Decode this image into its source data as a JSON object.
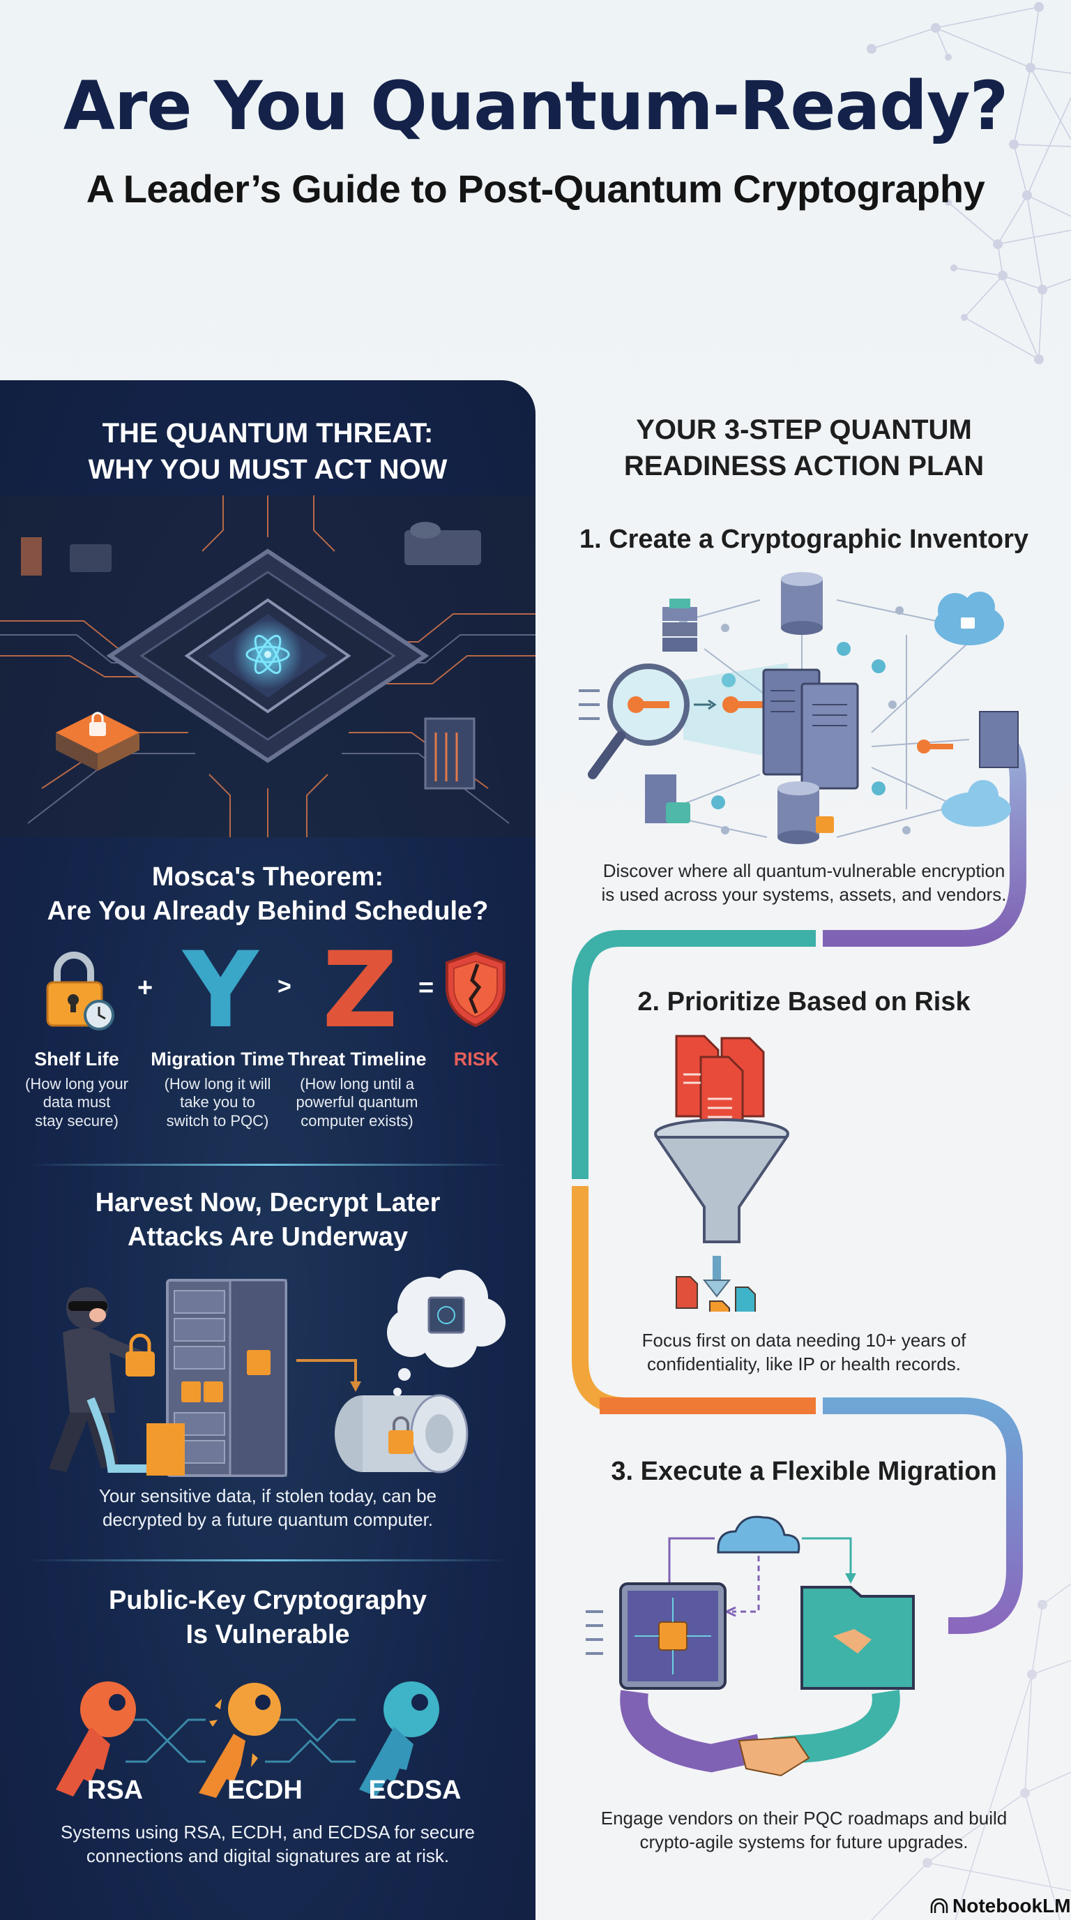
{
  "header": {
    "title": "Are You Quantum-Ready?",
    "subtitle": "A Leader’s Guide to Post-Quantum Cryptography"
  },
  "left_panel": {
    "heading_line1": "THE QUANTUM THREAT:",
    "heading_line2": "WHY YOU MUST ACT NOW",
    "hero_icon": "quantum-chip-circuit-board",
    "mosca": {
      "title_line1": "Mosca's Theorem:",
      "title_line2": "Are You Already Behind Schedule?",
      "equation": {
        "x_icon": "padlock-clock-icon",
        "plus": "+",
        "y": "Y",
        "greater": ">",
        "z": "Z",
        "equals": "=",
        "risk_icon": "broken-shield-icon"
      },
      "terms": [
        {
          "label": "Shelf Life",
          "desc_line1": "(How long your",
          "desc_line2": "data must",
          "desc_line3": "stay secure)"
        },
        {
          "label": "Migration Time",
          "desc_line1": "(How long it will",
          "desc_line2": "take you to",
          "desc_line3": "switch to PQC)"
        },
        {
          "label": "Threat Timeline",
          "desc_line1": "(How long until a",
          "desc_line2": "powerful quantum",
          "desc_line3": "computer exists)"
        },
        {
          "label": "RISK"
        }
      ],
      "colors": {
        "y": "#3aa6c8",
        "z": "#e0553a",
        "risk": "#e8605a"
      }
    },
    "harvest": {
      "title_line1": "Harvest Now, Decrypt Later",
      "title_line2": "Attacks Are Underway",
      "illustration": "thief-vacuuming-locked-data-into-storage-tank",
      "desc_line1": "Your sensitive data, if stolen today, can be",
      "desc_line2": "decrypted by a future quantum computer."
    },
    "public_key": {
      "title_line1": "Public-Key Cryptography",
      "title_line2": "Is Vulnerable",
      "keys": [
        {
          "label": "RSA",
          "color": "#ee6a3a"
        },
        {
          "label": "ECDH",
          "color": "#f3a03a"
        },
        {
          "label": "ECDSA",
          "color": "#3fb3c8"
        }
      ],
      "desc_line1": "Systems using RSA, ECDH, and ECDSA for secure",
      "desc_line2": "connections and digital signatures are at risk."
    }
  },
  "right_panel": {
    "heading_line1": "YOUR 3-STEP QUANTUM",
    "heading_line2": "READINESS ACTION PLAN",
    "steps": [
      {
        "title": "1. Create a Cryptographic Inventory",
        "illustration": "magnifier-key-network-servers",
        "desc_line1": "Discover where all quantum-vulnerable encryption",
        "desc_line2": "is used across your systems, assets, and vendors."
      },
      {
        "title": "2. Prioritize Based on Risk",
        "illustration": "funnel-documents",
        "desc_line1": "Focus first on data needing 10+ years of",
        "desc_line2": "confidentiality, like IP or health records."
      },
      {
        "title": "3. Execute a Flexible Migration",
        "illustration": "chip-folder-handshake",
        "desc_line1": "Engage vendors on their PQC roadmaps and build",
        "desc_line2": "crypto-agile systems for future upgrades."
      }
    ],
    "connector_colors": [
      "#7a7fc4",
      "#8b6ab8",
      "#3db0a8",
      "#f0a83a",
      "#ef7a35",
      "#6aa9d6",
      "#8a6bbd"
    ]
  },
  "branding": {
    "label": "NotebookLM"
  }
}
